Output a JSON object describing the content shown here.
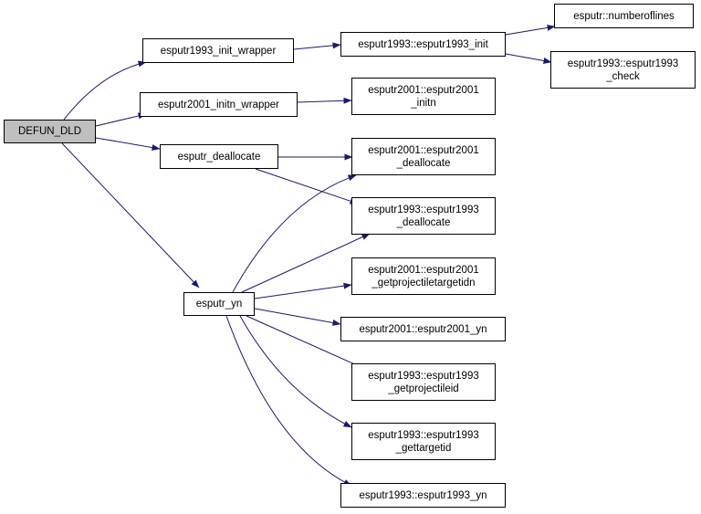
{
  "nodes": {
    "defun_dld": {
      "label": "DEFUN_DLD"
    },
    "init1993_wrapper": {
      "label": "esputr1993_init_wrapper"
    },
    "initn2001_wrapper": {
      "label": "esputr2001_initn_wrapper"
    },
    "deallocate": {
      "label": "esputr_deallocate"
    },
    "yn": {
      "label": "esputr_yn"
    },
    "init1993": {
      "label": "esputr1993::esputr1993_init"
    },
    "numberoflines": {
      "label": "esputr::numberoflines"
    },
    "check1993": {
      "line1": "esputr1993::esputr1993",
      "line2": "_check"
    },
    "initn2001": {
      "line1": "esputr2001::esputr2001",
      "line2": "_initn"
    },
    "dealloc2001": {
      "line1": "esputr2001::esputr2001",
      "line2": "_deallocate"
    },
    "dealloc1993": {
      "line1": "esputr1993::esputr1993",
      "line2": "_deallocate"
    },
    "getprojtarget2001": {
      "line1": "esputr2001::esputr2001",
      "line2": "_getprojectiletargetidn"
    },
    "yn2001": {
      "label": "esputr2001::esputr2001_yn"
    },
    "getproj1993": {
      "line1": "esputr1993::esputr1993",
      "line2": "_getprojectileid"
    },
    "gettarget1993": {
      "line1": "esputr1993::esputr1993",
      "line2": "_gettargetid"
    },
    "yn1993": {
      "label": "esputr1993::esputr1993_yn"
    }
  },
  "edges": [
    [
      "defun_dld",
      "init1993_wrapper"
    ],
    [
      "defun_dld",
      "initn2001_wrapper"
    ],
    [
      "defun_dld",
      "deallocate"
    ],
    [
      "defun_dld",
      "yn"
    ],
    [
      "init1993_wrapper",
      "init1993"
    ],
    [
      "init1993",
      "numberoflines"
    ],
    [
      "init1993",
      "check1993"
    ],
    [
      "initn2001_wrapper",
      "initn2001"
    ],
    [
      "deallocate",
      "dealloc2001"
    ],
    [
      "deallocate",
      "dealloc1993"
    ],
    [
      "yn",
      "dealloc2001"
    ],
    [
      "yn",
      "dealloc1993"
    ],
    [
      "yn",
      "getprojtarget2001"
    ],
    [
      "yn",
      "yn2001"
    ],
    [
      "yn",
      "getproj1993"
    ],
    [
      "yn",
      "gettarget1993"
    ],
    [
      "yn",
      "yn1993"
    ]
  ],
  "colors": {
    "edge": "#191970",
    "node_border": "#000000",
    "root_fill": "#bfbfbf",
    "node_fill": "#ffffff"
  }
}
